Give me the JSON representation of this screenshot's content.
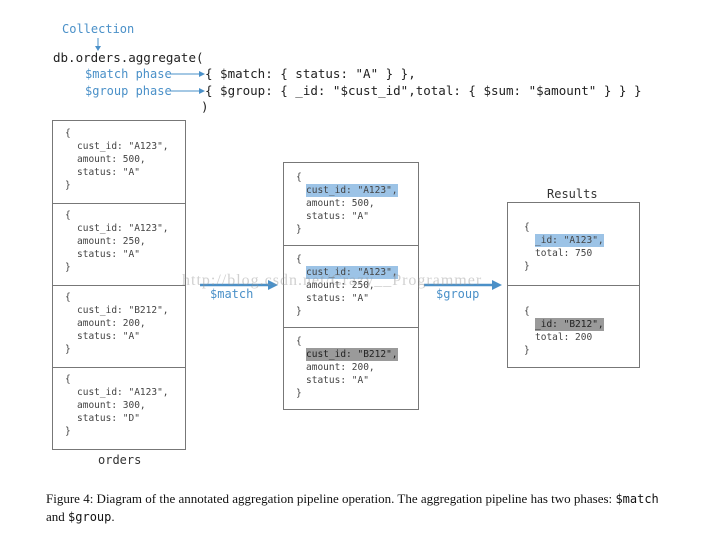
{
  "header": {
    "collection_label": "Collection",
    "line1": "db.orders.aggregate(",
    "match_phase_label": "$match phase",
    "group_phase_label": "$group phase",
    "match_stage": "{ $match: { status: \"A\" } },",
    "group_stage": "{ $group: { _id: \"$cust_id\",total: { $sum: \"$amount\" } } }",
    "closing": ")"
  },
  "orders": {
    "label": "orders",
    "docs": [
      {
        "cust_id": "cust_id: \"A123\",",
        "amount": "amount: 500,",
        "status": "status: \"A\""
      },
      {
        "cust_id": "cust_id: \"A123\",",
        "amount": "amount: 250,",
        "status": "status: \"A\""
      },
      {
        "cust_id": "cust_id: \"B212\",",
        "amount": "amount: 200,",
        "status": "status: \"A\""
      },
      {
        "cust_id": "cust_id: \"A123\",",
        "amount": "amount: 300,",
        "status": "status: \"D\""
      }
    ]
  },
  "match_arrow_label": "$match",
  "matched": {
    "docs": [
      {
        "cust_id": "cust_id: \"A123\",",
        "amount": "amount: 500,",
        "status": "status: \"A\""
      },
      {
        "cust_id": "cust_id: \"A123\",",
        "amount": "amount: 250,",
        "status": "status: \"A\""
      },
      {
        "cust_id": "cust_id: \"B212\",",
        "amount": "amount: 200,",
        "status": "status: \"A\""
      }
    ]
  },
  "group_arrow_label": "$group",
  "results": {
    "label": "Results",
    "docs": [
      {
        "id": "_id: \"A123\",",
        "total": "total: 750"
      },
      {
        "id": "_id: \"B212\",",
        "total": "total: 200"
      }
    ]
  },
  "brace_open": "{",
  "brace_close": "}",
  "watermark": "http://blog.csdn.net/Crazy__Programmer",
  "caption": {
    "part1": "Figure 4: Diagram of the annotated aggregation pipeline operation. The aggregation pipeline has two phases: ",
    "match_code": "$match",
    "part2": "and ",
    "group_code": "$group",
    "part3": "."
  },
  "colors": {
    "highlight_blue": "#9cc3e6",
    "highlight_gray": "#9a9a9a",
    "accent_blue": "#4a90c8"
  }
}
